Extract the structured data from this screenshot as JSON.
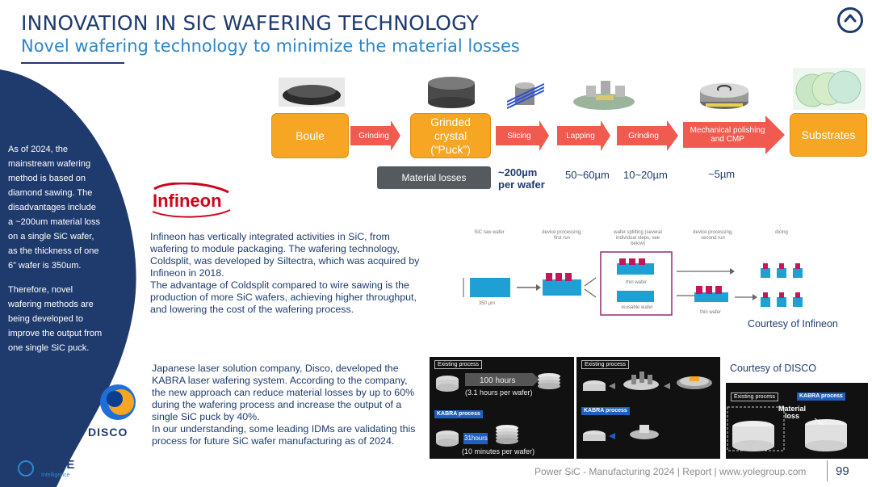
{
  "header": {
    "title": "INNOVATION IN SIC WAFERING TECHNOLOGY",
    "subtitle": "Novel wafering technology to minimize the material losses"
  },
  "sidebar": {
    "paragraph_1": "As of 2024, the mainstream wafering method is based on diamond sawing. The disadvantages include a ~200um material loss on a single SiC wafer, as the thickness of one 6” wafer is 350um.",
    "paragraph_2": "Therefore, novel wafering methods are being developed to improve the output from one single SiC puck."
  },
  "process_flow": {
    "boule": "Boule",
    "grinding_1": "Grinding",
    "grinded_crystal": "Grinded crystal (“Puck”)",
    "slicing": "Slicing",
    "lapping": "Lapping",
    "grinding_2": "Grinding",
    "mechanical_polishing": "Mechanical polishing and CMP",
    "substrates": "Substrates",
    "material_losses_label": "Material losses",
    "loss_slicing": "~200µm per wafer",
    "loss_lapping": "50~60µm",
    "loss_grinding": "10~20µm",
    "loss_polishing": "~5µm"
  },
  "infineon": {
    "logo_text": "Infineon",
    "text_1": "Infineon has vertically integrated activities in SiC, from wafering to module packaging. The wafering technology, Coldsplit, was developed by Siltectra, which was acquired by Infineon in 2018.",
    "text_2": "The advantage of Coldsplit compared to wire sawing is the production of more SiC wafers, achieving higher throughput, and lowering the cost of the wafering process.",
    "courtesy": "Courtesy of Infineon",
    "diagram": {
      "sic_raw_wafer": "SiC raw wafer",
      "device_processing_first": "device processing, first run",
      "wafer_splitting": "wafer splitting (several individual steps, see below)",
      "device_processing_second": "device processing, second run",
      "dicing": "dicing",
      "thickness": "350 µm",
      "thin_wafer": "thin wafer",
      "reusable_wafer": "reusable wafer",
      "thin_wafer_2": "thin wafer"
    }
  },
  "disco": {
    "logo_text": "DISCO",
    "text_1": "Japanese laser solution company, Disco, developed the KABRA laser wafering system. According to the company, the new approach can reduce material losses by up to 60% during the wafering process and increase the output of a single SiC puck by 40%.",
    "text_2": "In our understanding, some leading IDMs are validating this process for future SiC wafer manufacturing as of 2024.",
    "courtesy": "Courtesy of DISCO",
    "panel_1": {
      "existing_label": "Existing process",
      "hours": "100 hours",
      "per_wafer": "(3.1 hours per wafer)",
      "kabra_label": "KABRA process",
      "kabra_hours": "31hours",
      "kabra_per_wafer": "(10 minutes per wafer)"
    },
    "panel_2": {
      "existing_label": "Existing process",
      "kabra_label": "KABRA process"
    },
    "panel_3": {
      "existing_label": "Existing process",
      "kabra_label": "KABRA process",
      "material_loss": "Material loss"
    }
  },
  "footer": {
    "report_text": "Power SiC - Manufacturing 2024 | Report | www.yolegroup.com",
    "page_number": "99",
    "brand": "YOLE",
    "brand_sub": "Intelligence"
  },
  "colors": {
    "navy": "#1f3b6e",
    "blue": "#2e86c8",
    "orange": "#f6a623",
    "arrow_red": "#f05a4f"
  }
}
